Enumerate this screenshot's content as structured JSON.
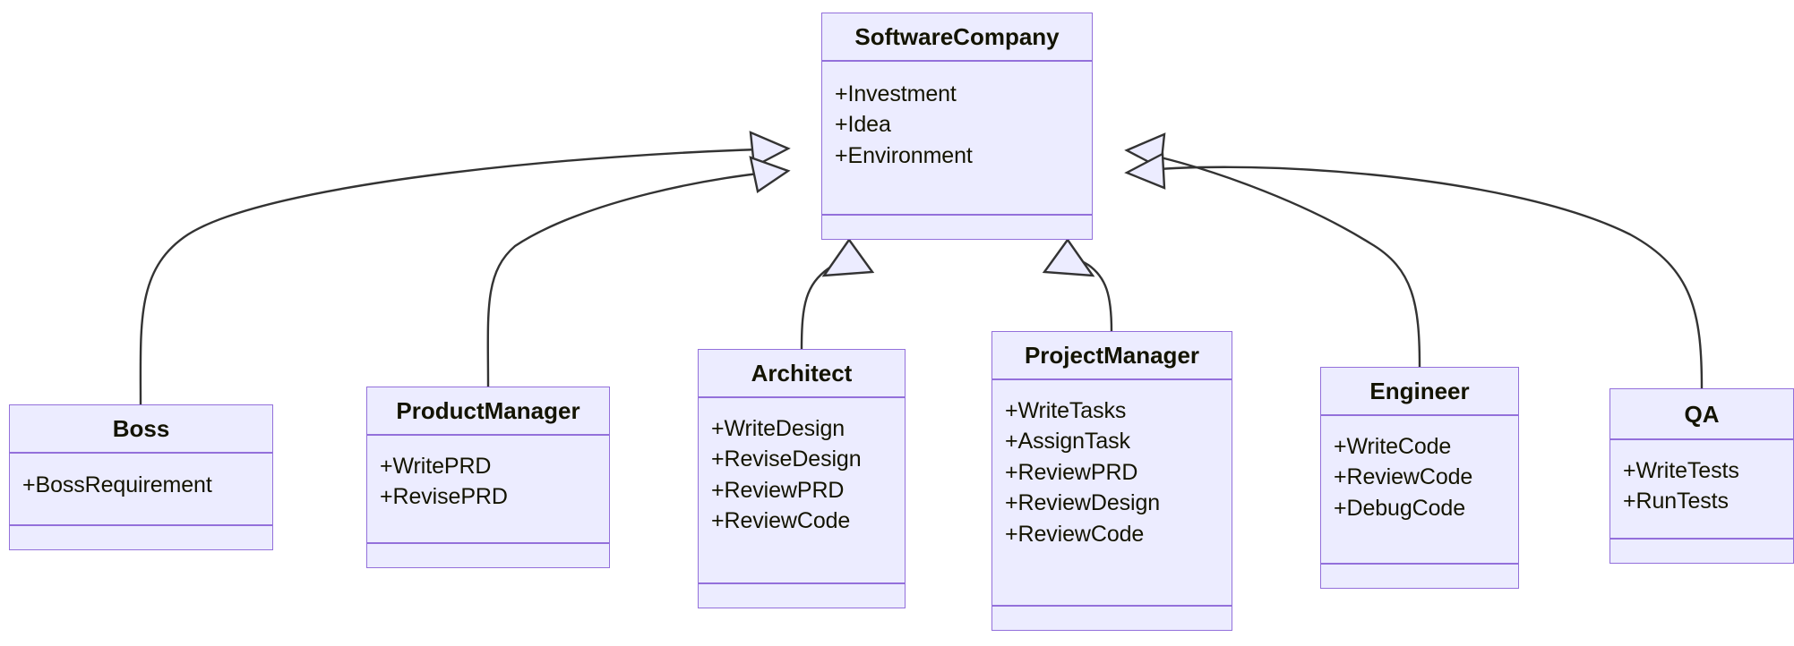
{
  "diagram": {
    "kind": "uml-class-diagram",
    "relationship_type": "inheritance",
    "colors": {
      "node_fill": "#ececff",
      "node_border": "#9370db",
      "text": "#131300",
      "edge_stroke": "#333333",
      "arrow_fill": "#ececff",
      "background": "#ffffff"
    },
    "classes": [
      {
        "id": "softwarecompany",
        "name": "SoftwareCompany",
        "attributes": [
          "+Investment",
          "+Idea",
          "+Environment"
        ],
        "methods": []
      },
      {
        "id": "boss",
        "name": "Boss",
        "attributes": [
          "+BossRequirement"
        ],
        "methods": []
      },
      {
        "id": "productmanager",
        "name": "ProductManager",
        "attributes": [
          "+WritePRD",
          "+RevisePRD"
        ],
        "methods": []
      },
      {
        "id": "architect",
        "name": "Architect",
        "attributes": [
          "+WriteDesign",
          "+ReviseDesign",
          "+ReviewPRD",
          "+ReviewCode"
        ],
        "methods": []
      },
      {
        "id": "projectmanager",
        "name": "ProjectManager",
        "attributes": [
          "+WriteTasks",
          "+AssignTask",
          "+ReviewPRD",
          "+ReviewDesign",
          "+ReviewCode"
        ],
        "methods": []
      },
      {
        "id": "engineer",
        "name": "Engineer",
        "attributes": [
          "+WriteCode",
          "+ReviewCode",
          "+DebugCode"
        ],
        "methods": []
      },
      {
        "id": "qa",
        "name": "QA",
        "attributes": [
          "+WriteTests",
          "+RunTests"
        ],
        "methods": []
      }
    ],
    "edges": [
      {
        "from": "boss",
        "to": "softwarecompany",
        "kind": "inheritance",
        "arrow": "hollow-triangle"
      },
      {
        "from": "productmanager",
        "to": "softwarecompany",
        "kind": "inheritance",
        "arrow": "hollow-triangle"
      },
      {
        "from": "architect",
        "to": "softwarecompany",
        "kind": "inheritance",
        "arrow": "hollow-triangle"
      },
      {
        "from": "projectmanager",
        "to": "softwarecompany",
        "kind": "inheritance",
        "arrow": "hollow-triangle"
      },
      {
        "from": "engineer",
        "to": "softwarecompany",
        "kind": "inheritance",
        "arrow": "hollow-triangle"
      },
      {
        "from": "qa",
        "to": "softwarecompany",
        "kind": "inheritance",
        "arrow": "hollow-triangle"
      }
    ]
  }
}
